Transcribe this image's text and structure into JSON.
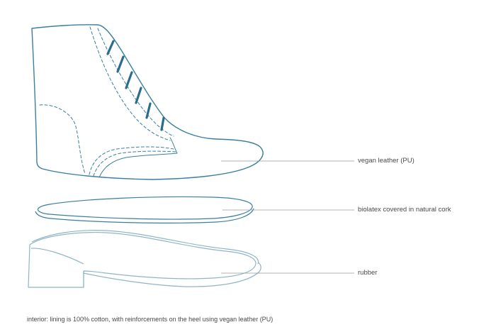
{
  "parts": [
    {
      "name": "upper",
      "label": "vegan leather (PU)"
    },
    {
      "name": "insole",
      "label": "biolatex covered in natural cork"
    },
    {
      "name": "sole",
      "label": "rubber"
    }
  ],
  "footnote": "interior: lining is 100% cotton, with reinforcements on the heel using vegan leather (PU)",
  "colors": {
    "outline": "#3a7f9e",
    "lace": "#2a6c8c",
    "sole_outline": "#8fb5c8",
    "leader": "#9a9a9a",
    "text": "#4a4a4a"
  }
}
